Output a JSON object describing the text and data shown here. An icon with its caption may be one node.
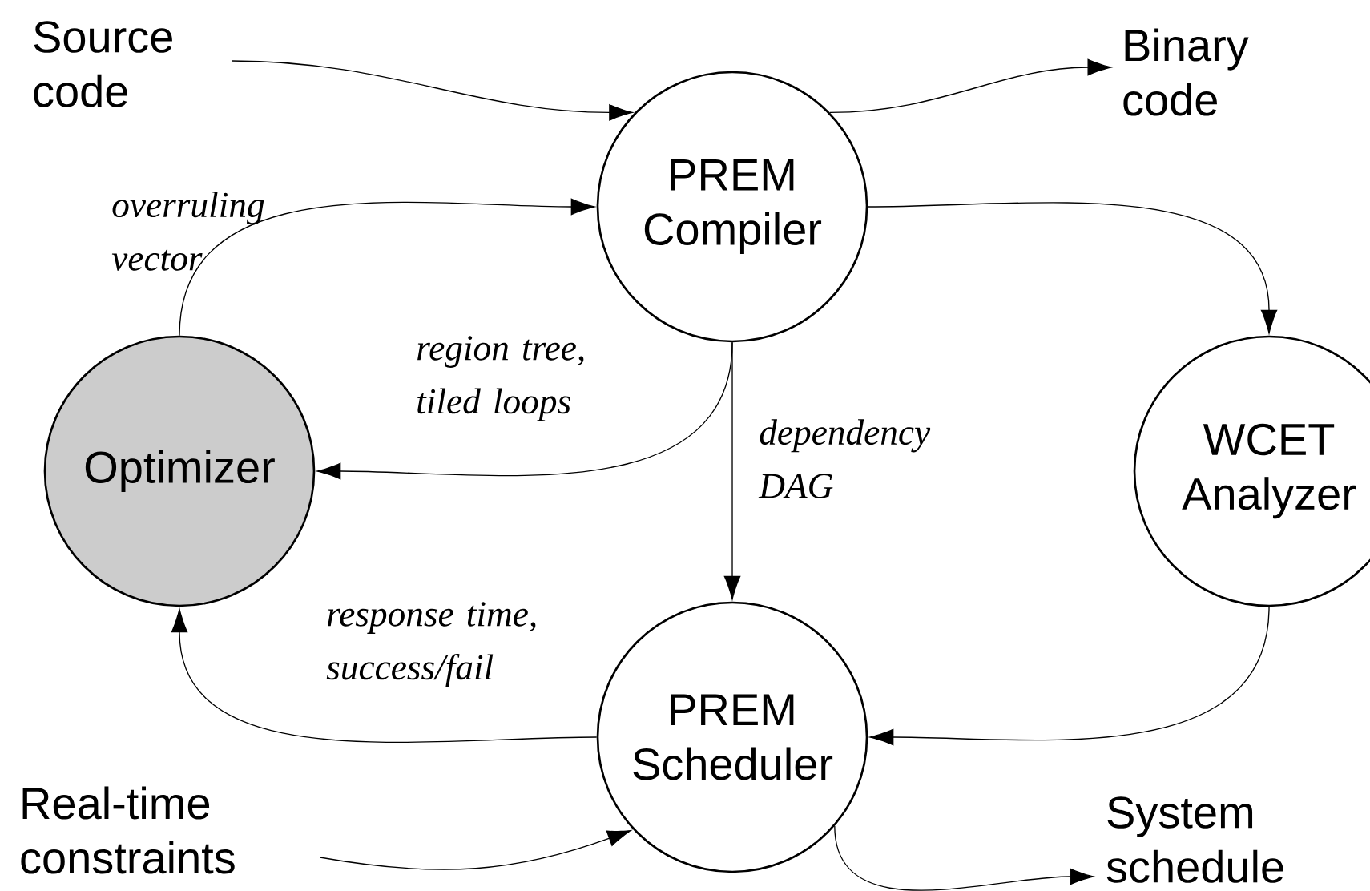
{
  "diagram": {
    "nodes": [
      {
        "text": [
          "Source code"
        ]
      },
      {
        "text": [
          "Binary code"
        ]
      },
      {
        "text": [
          "PREM Compiler"
        ]
      },
      {
        "text": [
          "Optimizer"
        ]
      },
      {
        "text": [
          "WCET Analyzer"
        ]
      },
      {
        "text": [
          "PREM Scheduler"
        ]
      },
      {
        "text": [
          "Real-time constraints"
        ]
      },
      {
        "text": [
          "System schedule"
        ]
      }
    ],
    "edges": [
      {
        "from": 0,
        "to": 2,
        "arrow": "to"
      },
      {
        "from": 2,
        "to": 1,
        "arrow": "to"
      },
      {
        "from": 3,
        "to": 2,
        "arrow": "to",
        "label": "overruling vector"
      },
      {
        "from": 2,
        "to": 3,
        "arrow": "to",
        "label": "region tree, tiled loops"
      },
      {
        "from": 2,
        "to": 5,
        "arrow": "to",
        "label": "dependency DAG"
      },
      {
        "from": 2,
        "to": 4,
        "arrow": "to"
      },
      {
        "from": 4,
        "to": 5,
        "arrow": "to"
      },
      {
        "from": 5,
        "to": 3,
        "arrow": "to",
        "label": "response time, success/fail"
      },
      {
        "from": 6,
        "to": 5,
        "arrow": "to"
      },
      {
        "from": 5,
        "to": 7,
        "arrow": "to"
      }
    ]
  }
}
